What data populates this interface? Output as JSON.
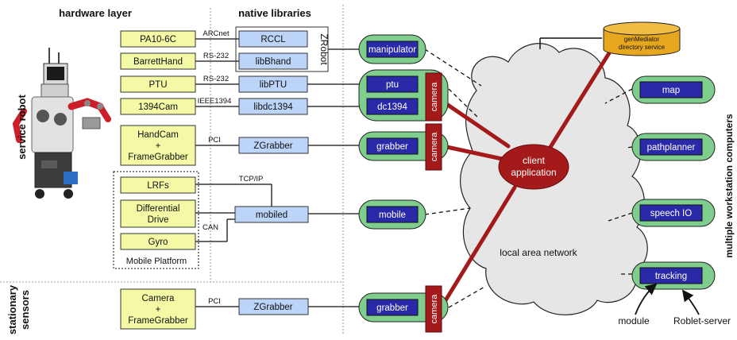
{
  "headers": {
    "hardware_layer": "hardware layer",
    "native_libraries": "native libraries"
  },
  "side_labels": {
    "service_robot": "service robot",
    "stationary_sensors": [
      "stationary",
      "sensors"
    ],
    "workstations": "multiple workstation computers"
  },
  "hardware": {
    "pa10": "PA10-6C",
    "barrett": "BarrettHand",
    "ptu": "PTU",
    "cam1394": "1394Cam",
    "handcam": [
      "HandCam",
      "+",
      "FrameGrabber"
    ],
    "lrfs": "LRFs",
    "drive": [
      "Differential",
      "Drive"
    ],
    "gyro": "Gyro",
    "camera_fg": [
      "Camera",
      "+",
      "FrameGrabber"
    ]
  },
  "mobile_platform": "Mobile Platform",
  "libraries": {
    "rccl": "RCCL",
    "libbhand": "libBhand",
    "libptu": "libPTU",
    "libdc1394": "libdc1394",
    "zgrabber1": "ZGrabber",
    "mobiled": "mobiled",
    "zgrabber2": "ZGrabber",
    "zrobot": "ZRobot"
  },
  "connections": {
    "arcnet": "ARCnet",
    "rs232_a": "RS-232",
    "rs232_b": "RS-232",
    "ieee1394": "IEEE1394",
    "pci_a": "PCI",
    "tcpip": "TCP/IP",
    "can": "CAN",
    "pci_b": "PCI"
  },
  "modules": {
    "manipulator": "manipulator",
    "ptu": "ptu",
    "dc1394": "dc1394",
    "grabber1": "grabber",
    "mobile": "mobile",
    "grabber2": "grabber",
    "map": "map",
    "pathplanner": "pathplanner",
    "speechio": "speech IO",
    "tracking": "tracking"
  },
  "camera_tag": "camera",
  "network": {
    "cloud_label": "local area network",
    "client": [
      "client",
      "application"
    ],
    "mediator": [
      "genMediator",
      "directory service"
    ]
  },
  "legend": {
    "module": "module",
    "roblet": "Roblet-server"
  },
  "colors": {
    "hw_fill": "#f4f9a6",
    "lib_fill": "#bcd4f8",
    "module_fill": "#2a2aa8",
    "server_fill": "#7fce8e",
    "link_red": "#a41a1a",
    "mediator_fill": "#e6a61e",
    "cloud_fill": "#e6e6e6"
  }
}
